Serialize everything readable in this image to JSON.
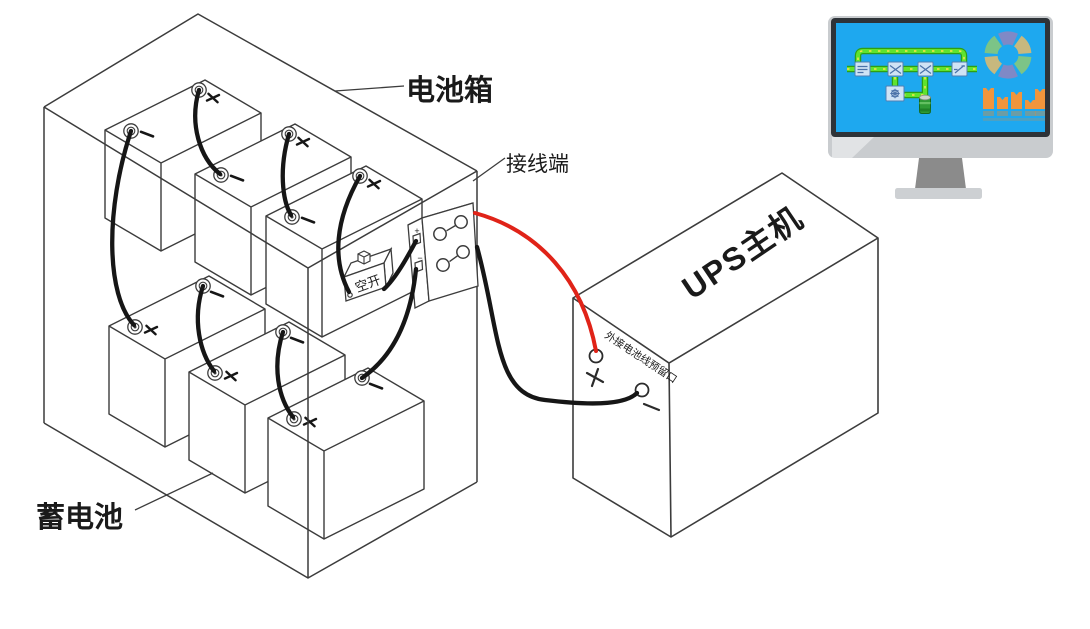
{
  "labels": {
    "battery_box": "电池箱",
    "terminal_block": "接线端",
    "storage_battery": "蓄电池",
    "ups_host": "UPS主机",
    "air_switch": "空开",
    "ups_reserved_port": "外接电池线预留口"
  },
  "signs": {
    "plus": "+",
    "minus": "−"
  },
  "wiring": {
    "battery_count": 6,
    "battery_rows": 2,
    "positive_wire_color": "#e02318",
    "negative_wire_color": "#161616",
    "line_color": "#3c3c3c"
  },
  "monitor": {
    "screen_color": "#1ea8ef",
    "frame_color": "#c9cccf",
    "bezel_color": "#2e3338",
    "stand_color": "#8b8b8b",
    "flow_diagram": {
      "pipe_color": "#5fe32f",
      "pipe_border_color": "#2f9e15",
      "pipe_dash_color": "#ffe34d",
      "node_fill": "#cfe3f5",
      "node_border": "#4d7fb5",
      "node_count": 5,
      "battery_icon_color": "#2f9b35"
    },
    "donut_chart": {
      "type": "pie",
      "segment_count": 6,
      "segment_colors": [
        "#7f89c6",
        "#c7b87e",
        "#7cc487",
        "#7f89c6",
        "#c7b87e",
        "#7cc487"
      ]
    },
    "bar_chart": {
      "type": "bar",
      "bar_color": "#f0953c",
      "values": [
        21,
        12,
        17,
        9,
        20
      ],
      "baseline": 0,
      "reflection": true
    }
  }
}
